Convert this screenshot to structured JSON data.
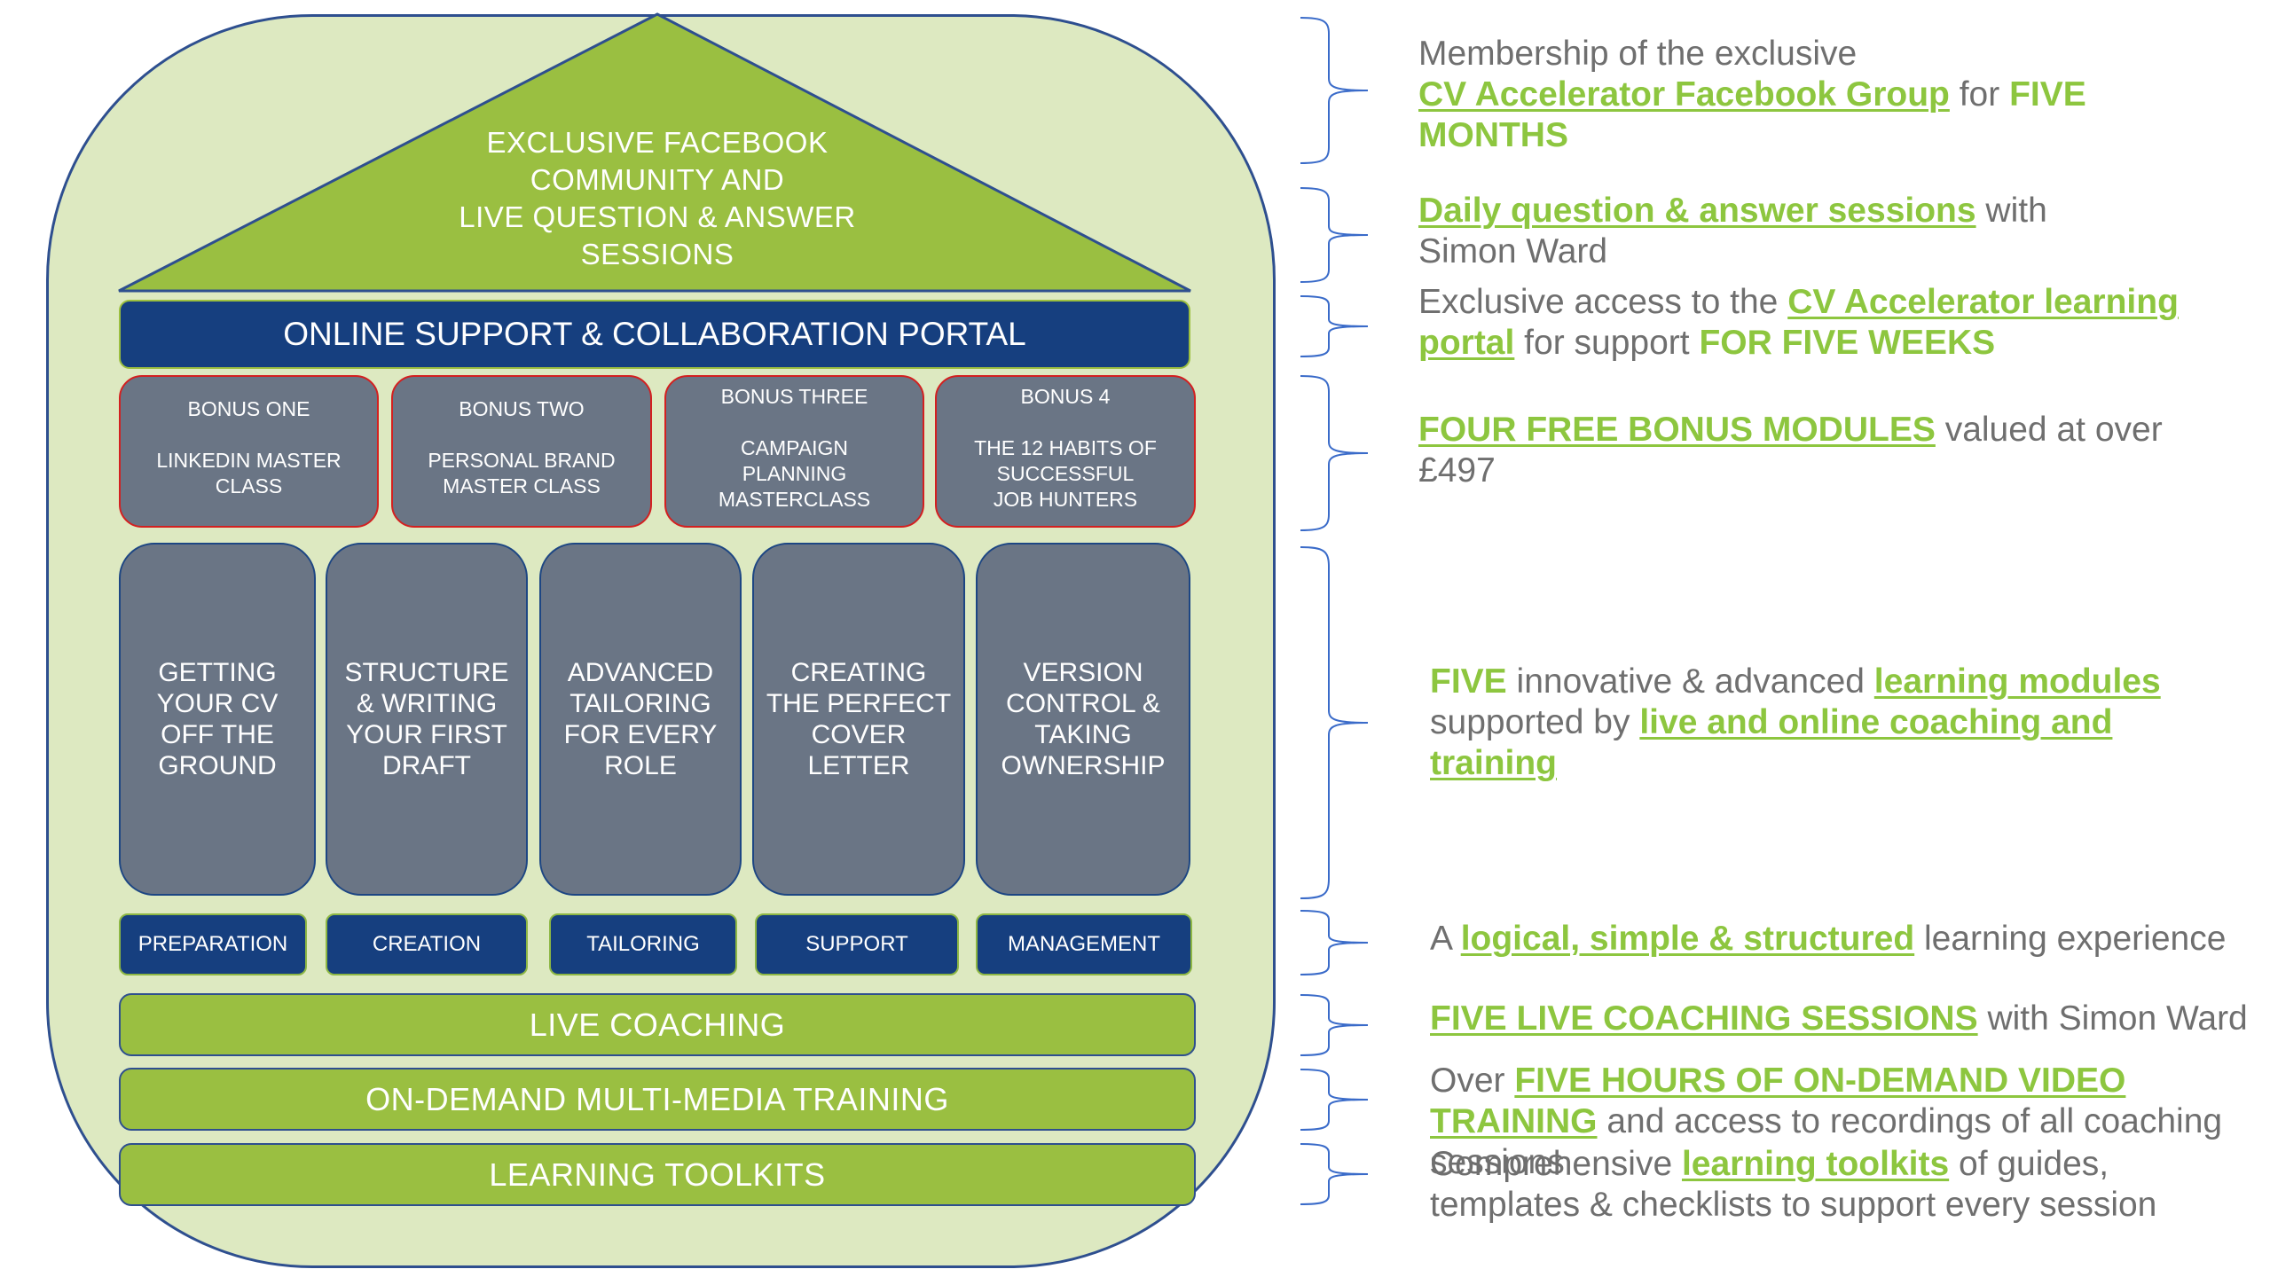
{
  "colors": {
    "house_fill": "#dde9c1",
    "house_border": "#2e4f8f",
    "roof_green": "#9abf41",
    "navy": "#163f7f",
    "slate": "#6a7585",
    "bonus_border": "#d32020",
    "accent_green": "#8dc63f",
    "text_gray": "#6f6f6f",
    "brace_blue": "#3a6bc9"
  },
  "roof": {
    "lines": [
      "EXCLUSIVE FACEBOOK",
      "COMMUNITY AND",
      "LIVE QUESTION & ANSWER",
      "SESSIONS"
    ]
  },
  "portal": {
    "label": "ONLINE SUPPORT & COLLABORATION PORTAL"
  },
  "bonuses": [
    {
      "title": "BONUS ONE",
      "lines": [
        "LINKEDIN MASTER",
        "CLASS"
      ]
    },
    {
      "title": "BONUS TWO",
      "lines": [
        "PERSONAL BRAND",
        "MASTER CLASS"
      ]
    },
    {
      "title": "BONUS THREE",
      "lines": [
        "CAMPAIGN",
        "PLANNING",
        "MASTERCLASS"
      ]
    },
    {
      "title": "BONUS 4",
      "lines": [
        "THE 12 HABITS OF",
        "SUCCESSFUL",
        "JOB HUNTERS"
      ]
    }
  ],
  "pillars": [
    {
      "lines": [
        "GETTING",
        "YOUR CV",
        "OFF THE",
        "GROUND"
      ],
      "label": "PREPARATION"
    },
    {
      "lines": [
        "STRUCTURE",
        "& WRITING",
        "YOUR FIRST",
        "DRAFT"
      ],
      "label": "CREATION"
    },
    {
      "lines": [
        "ADVANCED",
        "TAILORING",
        "FOR EVERY",
        "ROLE"
      ],
      "label": "TAILORING"
    },
    {
      "lines": [
        "CREATING",
        "THE PERFECT",
        "COVER",
        "LETTER"
      ],
      "label": "SUPPORT"
    },
    {
      "lines": [
        "VERSION",
        "CONTROL &",
        "TAKING",
        "OWNERSHIP"
      ],
      "label": "MANAGEMENT"
    }
  ],
  "foundation": {
    "live_coaching": "LIVE COACHING",
    "on_demand": "ON-DEMAND MULTI-MEDIA TRAINING",
    "toolkits": "LEARNING TOOLKITS"
  },
  "descriptions": {
    "facebook": {
      "a": "Membership of the exclusive",
      "b": "CV Accelerator Facebook Group",
      "c": " for ",
      "d": "FIVE MONTHS"
    },
    "qa": {
      "a": "Daily question & answer sessions",
      "b": " with Simon Ward"
    },
    "portal": {
      "a": "Exclusive access to the ",
      "b": "CV Accelerator learning portal",
      "c": " for support ",
      "d": "FOR FIVE WEEKS"
    },
    "bonus": {
      "a": "FOUR FREE BONUS MODULES",
      "b": " valued at over £497"
    },
    "modules": {
      "a": "FIVE",
      "b": " innovative & advanced ",
      "c": "learning modules",
      "d": " supported by ",
      "e": "live and online coaching and training"
    },
    "structure": {
      "a": "A ",
      "b": "logical, simple & structured",
      "c": " learning experience"
    },
    "coaching": {
      "a": "FIVE LIVE COACHING SESSIONS",
      "b": " with Simon Ward"
    },
    "video": {
      "a": "Over ",
      "b": "FIVE HOURS OF ON-DEMAND VIDEO TRAINING",
      "c": " and access to recordings of all coaching sessions"
    },
    "toolkits": {
      "a": "Comprehensive ",
      "b": "learning toolkits",
      "c": " of guides, templates & checklists to support every session"
    }
  }
}
